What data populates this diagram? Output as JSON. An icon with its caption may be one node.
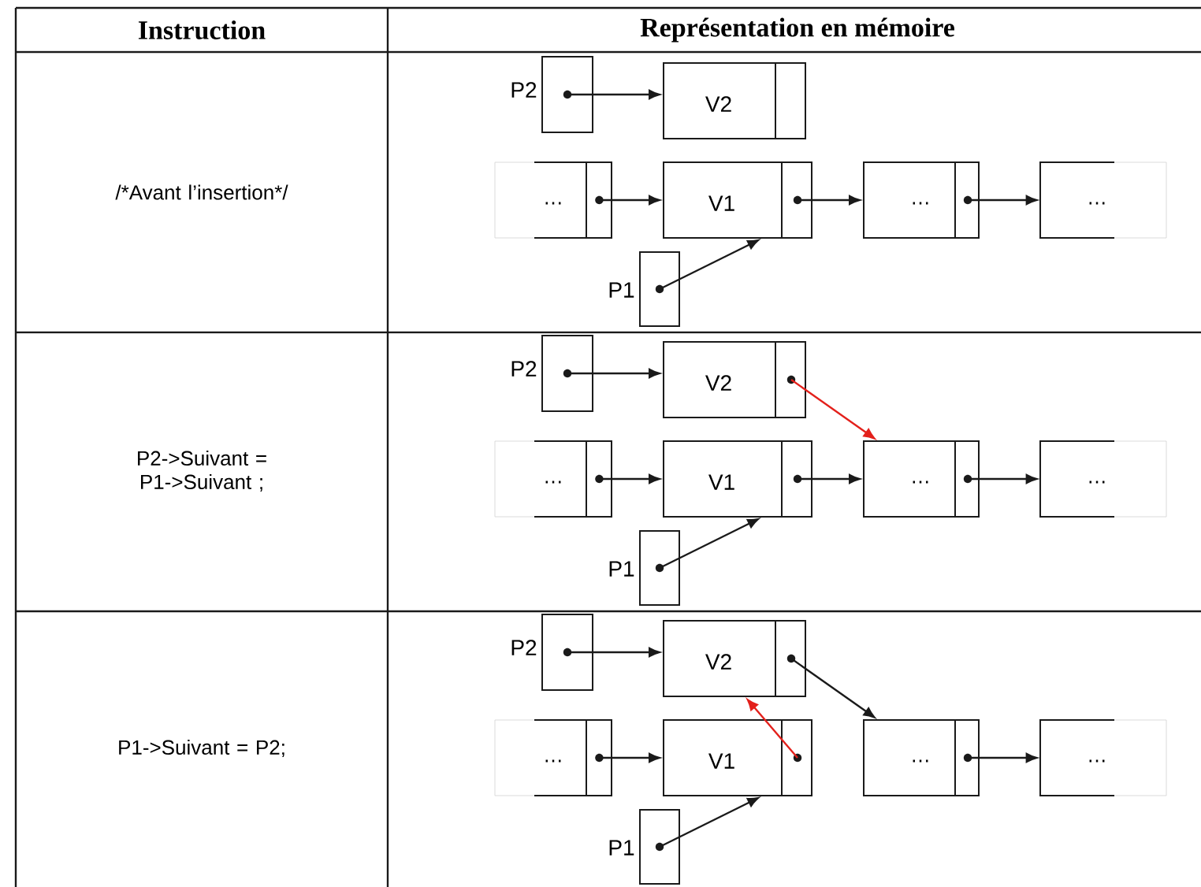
{
  "diagram": {
    "nodes": [
      {
        "text": [],
        "shape": "box",
        "beside": [
          "P2"
        ]
      },
      {
        "text": [
          "V2"
        ]
      },
      {
        "text": [
          "…"
        ]
      },
      {
        "text": [
          "V1"
        ]
      },
      {
        "text": [
          "…"
        ]
      },
      {
        "text": [
          "…"
        ]
      },
      {
        "text": [],
        "shape": "box",
        "beside": [
          "P1"
        ]
      },
      {
        "text": [],
        "shape": "box",
        "beside": [
          "P2"
        ]
      },
      {
        "text": [
          "V2"
        ]
      },
      {
        "text": [
          "…"
        ]
      },
      {
        "text": [
          "V1"
        ]
      },
      {
        "text": [
          "…"
        ]
      },
      {
        "text": [
          "…"
        ]
      },
      {
        "text": [],
        "shape": "box",
        "beside": [
          "P1"
        ]
      },
      {
        "text": [],
        "shape": "box",
        "beside": [
          "P2"
        ]
      },
      {
        "text": [
          "V2"
        ]
      },
      {
        "text": [
          "…"
        ]
      },
      {
        "text": [
          "V1"
        ]
      },
      {
        "text": [
          "…"
        ]
      },
      {
        "text": [
          "…"
        ]
      },
      {
        "text": [],
        "shape": "box",
        "beside": [
          "P1"
        ]
      }
    ],
    "edges": [
      {
        "from": 0,
        "to": 1,
        "arrow": "to"
      },
      {
        "from": 2,
        "to": 3,
        "arrow": "to"
      },
      {
        "from": 3,
        "to": 4,
        "arrow": "to"
      },
      {
        "from": 4,
        "to": 5,
        "arrow": "to"
      },
      {
        "from": 6,
        "to": 3,
        "arrow": "to"
      },
      {
        "from": 7,
        "to": 8,
        "arrow": "to"
      },
      {
        "from": 8,
        "to": 11,
        "arrow": "to",
        "color": "#e3201b"
      },
      {
        "from": 9,
        "to": 10,
        "arrow": "to"
      },
      {
        "from": 10,
        "to": 11,
        "arrow": "to"
      },
      {
        "from": 11,
        "to": 12,
        "arrow": "to"
      },
      {
        "from": 13,
        "to": 10,
        "arrow": "to"
      },
      {
        "from": 14,
        "to": 15,
        "arrow": "to"
      },
      {
        "from": 15,
        "to": 18,
        "arrow": "to"
      },
      {
        "from": 16,
        "to": 17,
        "arrow": "to"
      },
      {
        "from": 17,
        "to": 15,
        "arrow": "to",
        "color": "#e3201b"
      },
      {
        "from": 18,
        "to": 19,
        "arrow": "to"
      },
      {
        "from": 20,
        "to": 17,
        "arrow": "to"
      }
    ],
    "labels": [
      "Instruction",
      "Représentation en mémoire",
      "/*Avant l’insertion*/",
      "P2->Suivant = P1->Suivant ;",
      "P1->Suivant = P2;"
    ]
  }
}
